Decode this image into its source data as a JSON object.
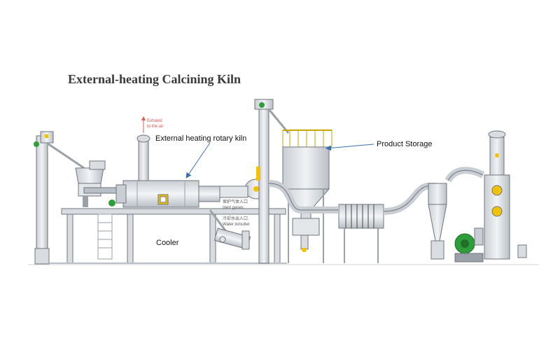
{
  "diagram": {
    "title": "External-heating Calcining Kiln",
    "labels": {
      "kiln": "External heating rotary kiln",
      "storage": "Product Storage",
      "cooler": "Cooler",
      "exhaust_1": "Exhaust",
      "exhaust_2": "to the air",
      "inert_cn": "保护气体入口",
      "inert_en": "Inert gases",
      "water_cn": "冷却水出入口",
      "water_en": "Water in/outlet"
    },
    "colors": {
      "steel": "#d9dde2",
      "steel_dark": "#9aa1a8",
      "outline": "#6f767d",
      "accent_yellow": "#f2c200",
      "accent_green": "#2e9e3a",
      "arrow_blue": "#3a6fb0",
      "exhaust_red": "#e05a4f"
    }
  }
}
